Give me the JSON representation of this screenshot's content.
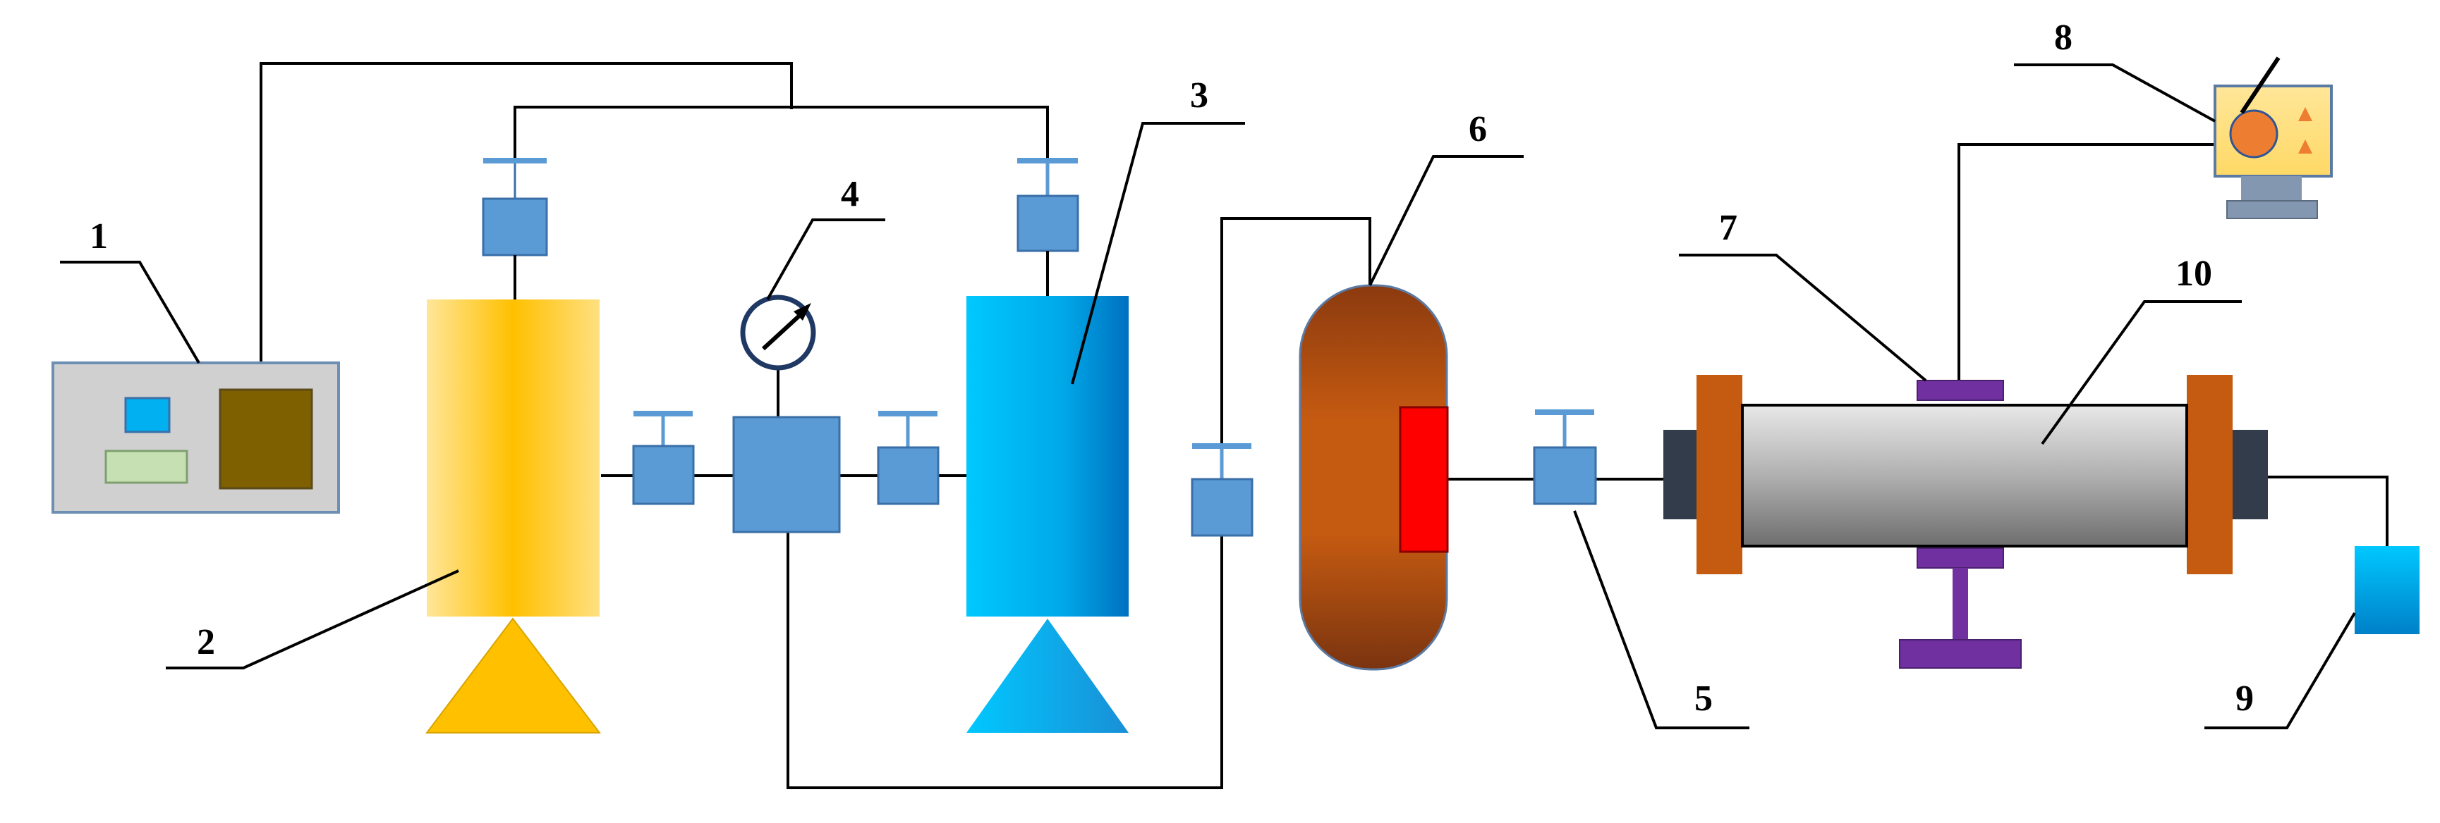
{
  "labels": {
    "l1": "1",
    "l2": "2",
    "l3": "3",
    "l4": "4",
    "l5": "5",
    "l6": "6",
    "l7": "7",
    "l8": "8",
    "l9": "9",
    "l10": "10"
  },
  "colors": {
    "valve": "#5b9bd5",
    "yellow_tank": "#ffc000",
    "blue_tank": "#00b0f0",
    "brown_vessel": "#c55a11",
    "red_window": "#ff0000",
    "flange": "#c55a11",
    "purple_probe": "#7030a0",
    "gray_panel": "#d0d0d0"
  }
}
